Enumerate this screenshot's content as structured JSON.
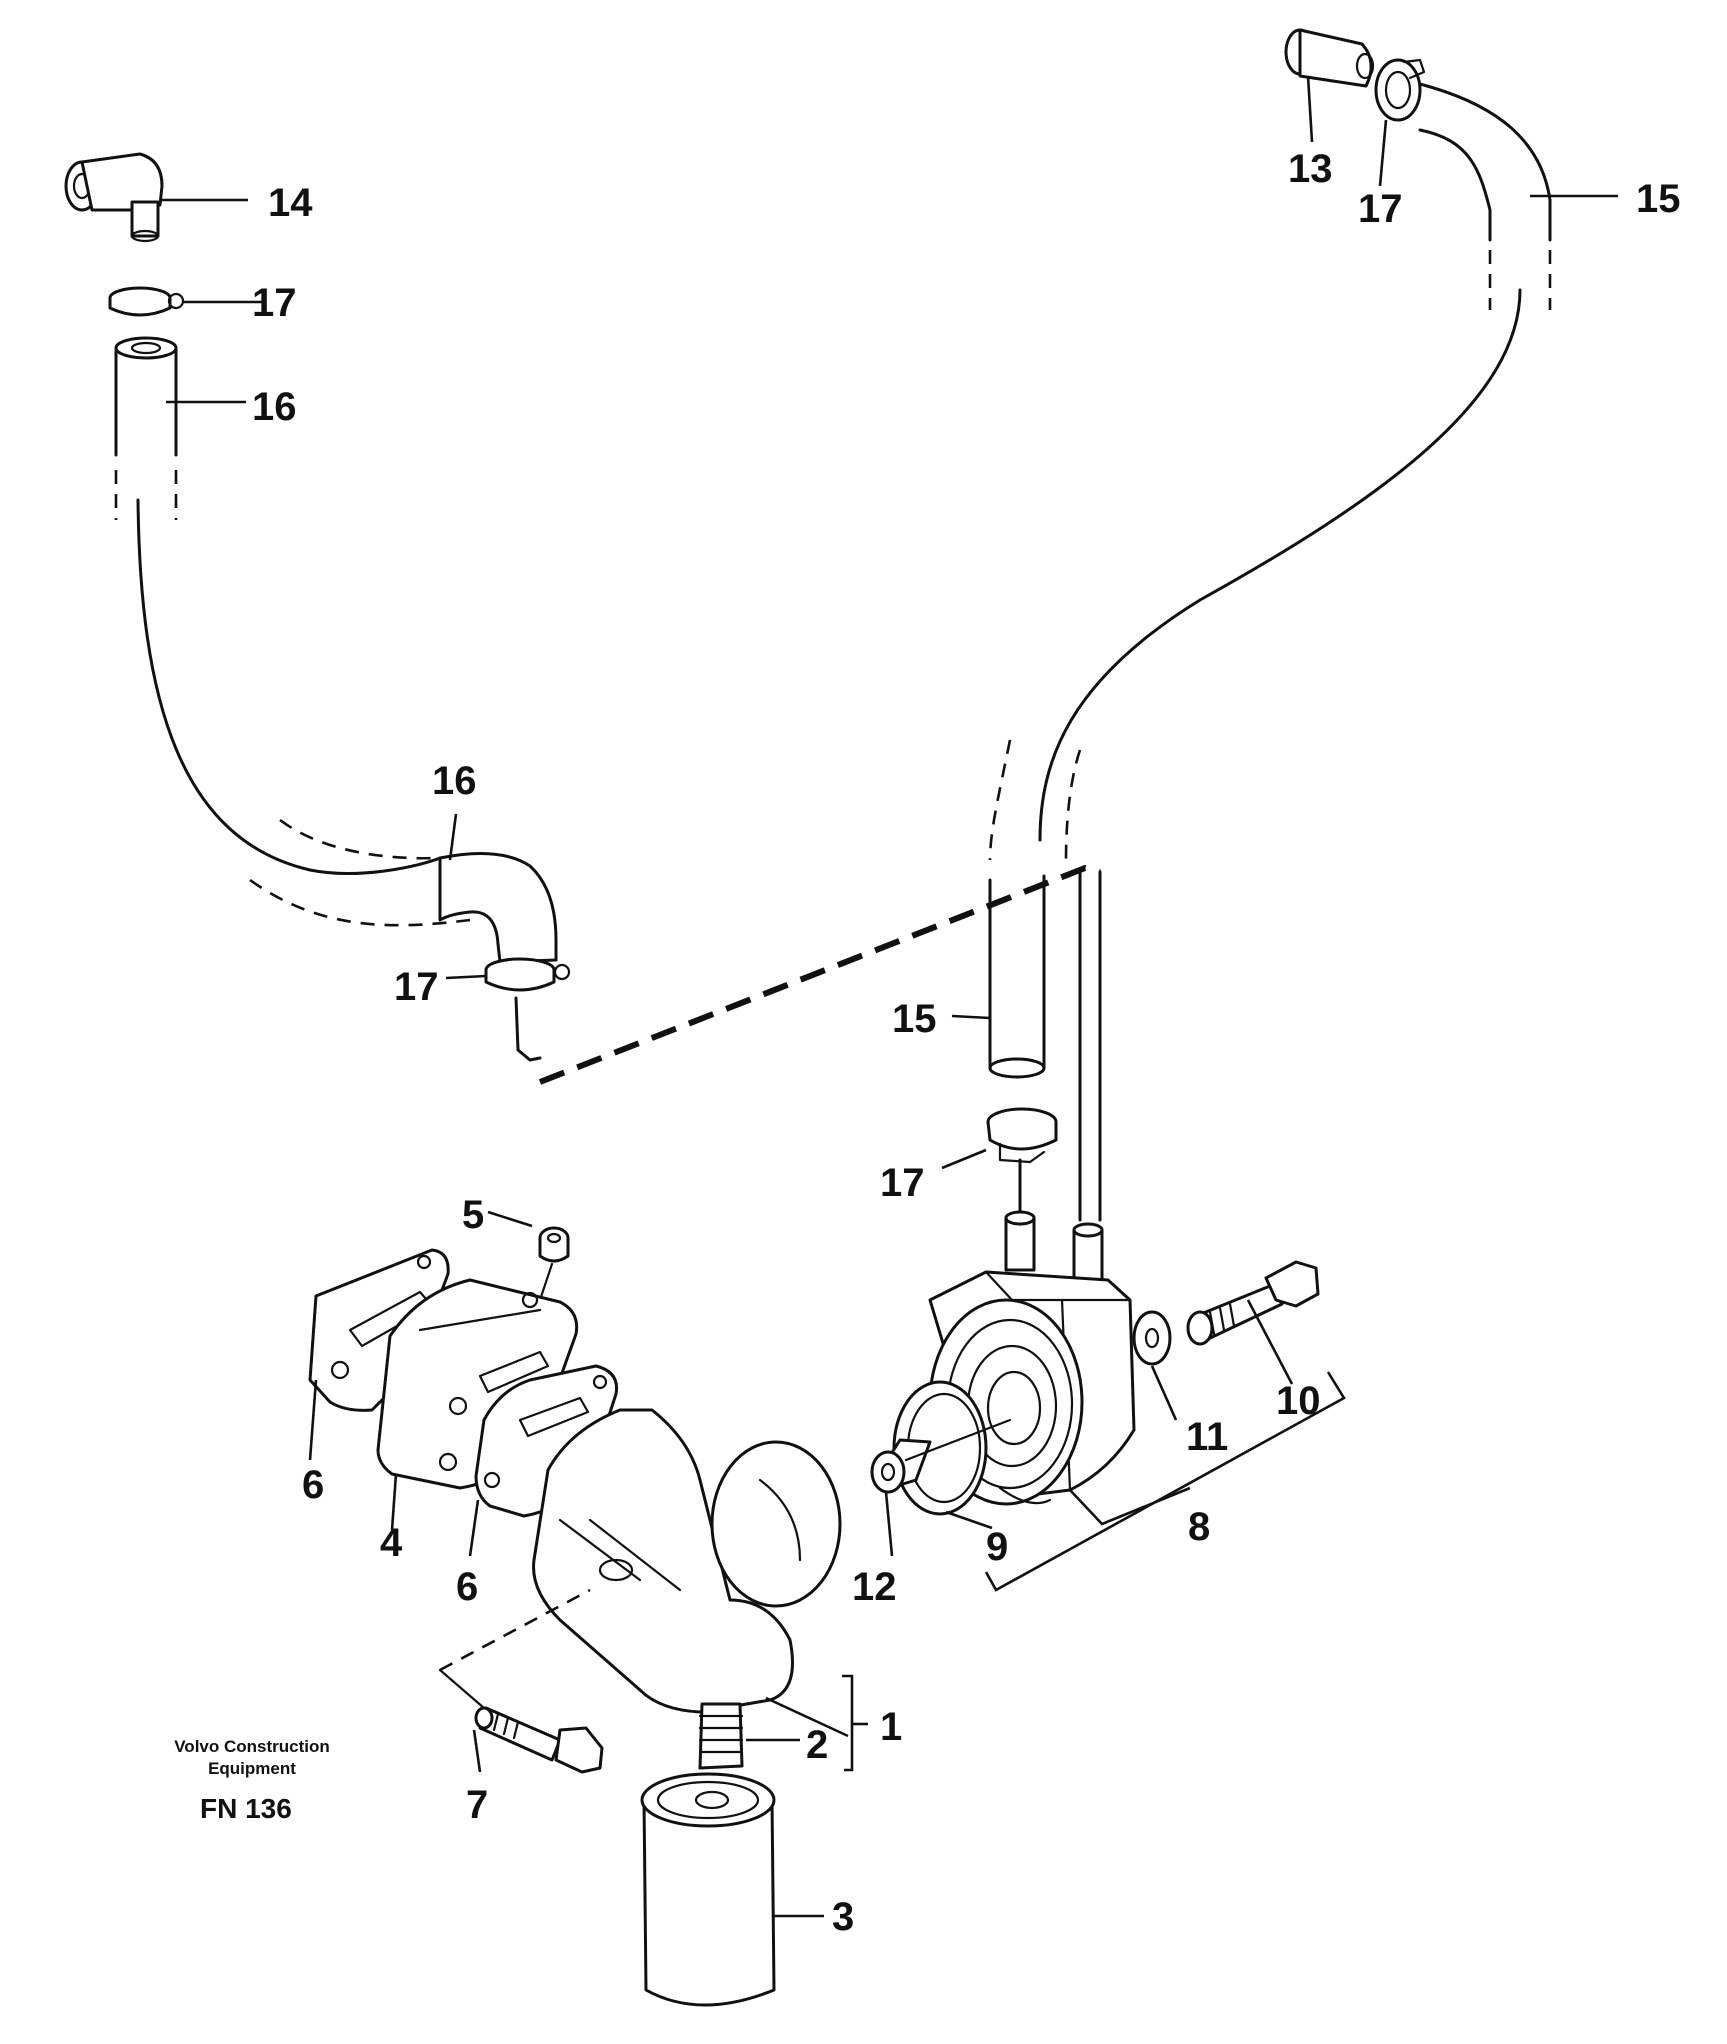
{
  "diagram": {
    "callouts": [
      {
        "id": "c1",
        "text": "1"
      },
      {
        "id": "c2",
        "text": "2"
      },
      {
        "id": "c3",
        "text": "3"
      },
      {
        "id": "c4",
        "text": "4"
      },
      {
        "id": "c5",
        "text": "5"
      },
      {
        "id": "c6a",
        "text": "6"
      },
      {
        "id": "c6b",
        "text": "6"
      },
      {
        "id": "c7",
        "text": "7"
      },
      {
        "id": "c8",
        "text": "8"
      },
      {
        "id": "c9",
        "text": "9"
      },
      {
        "id": "c10",
        "text": "10"
      },
      {
        "id": "c11",
        "text": "11"
      },
      {
        "id": "c12",
        "text": "12"
      },
      {
        "id": "c13",
        "text": "13"
      },
      {
        "id": "c14",
        "text": "14"
      },
      {
        "id": "c15a",
        "text": "15"
      },
      {
        "id": "c15b",
        "text": "15"
      },
      {
        "id": "c16a",
        "text": "16"
      },
      {
        "id": "c16b",
        "text": "16"
      },
      {
        "id": "c17a",
        "text": "17"
      },
      {
        "id": "c17b",
        "text": "17"
      },
      {
        "id": "c17c",
        "text": "17"
      },
      {
        "id": "c17d",
        "text": "17"
      }
    ],
    "publisher_line1": "Volvo Construction",
    "publisher_line2": "Equipment",
    "figure_code": "FN 136"
  }
}
